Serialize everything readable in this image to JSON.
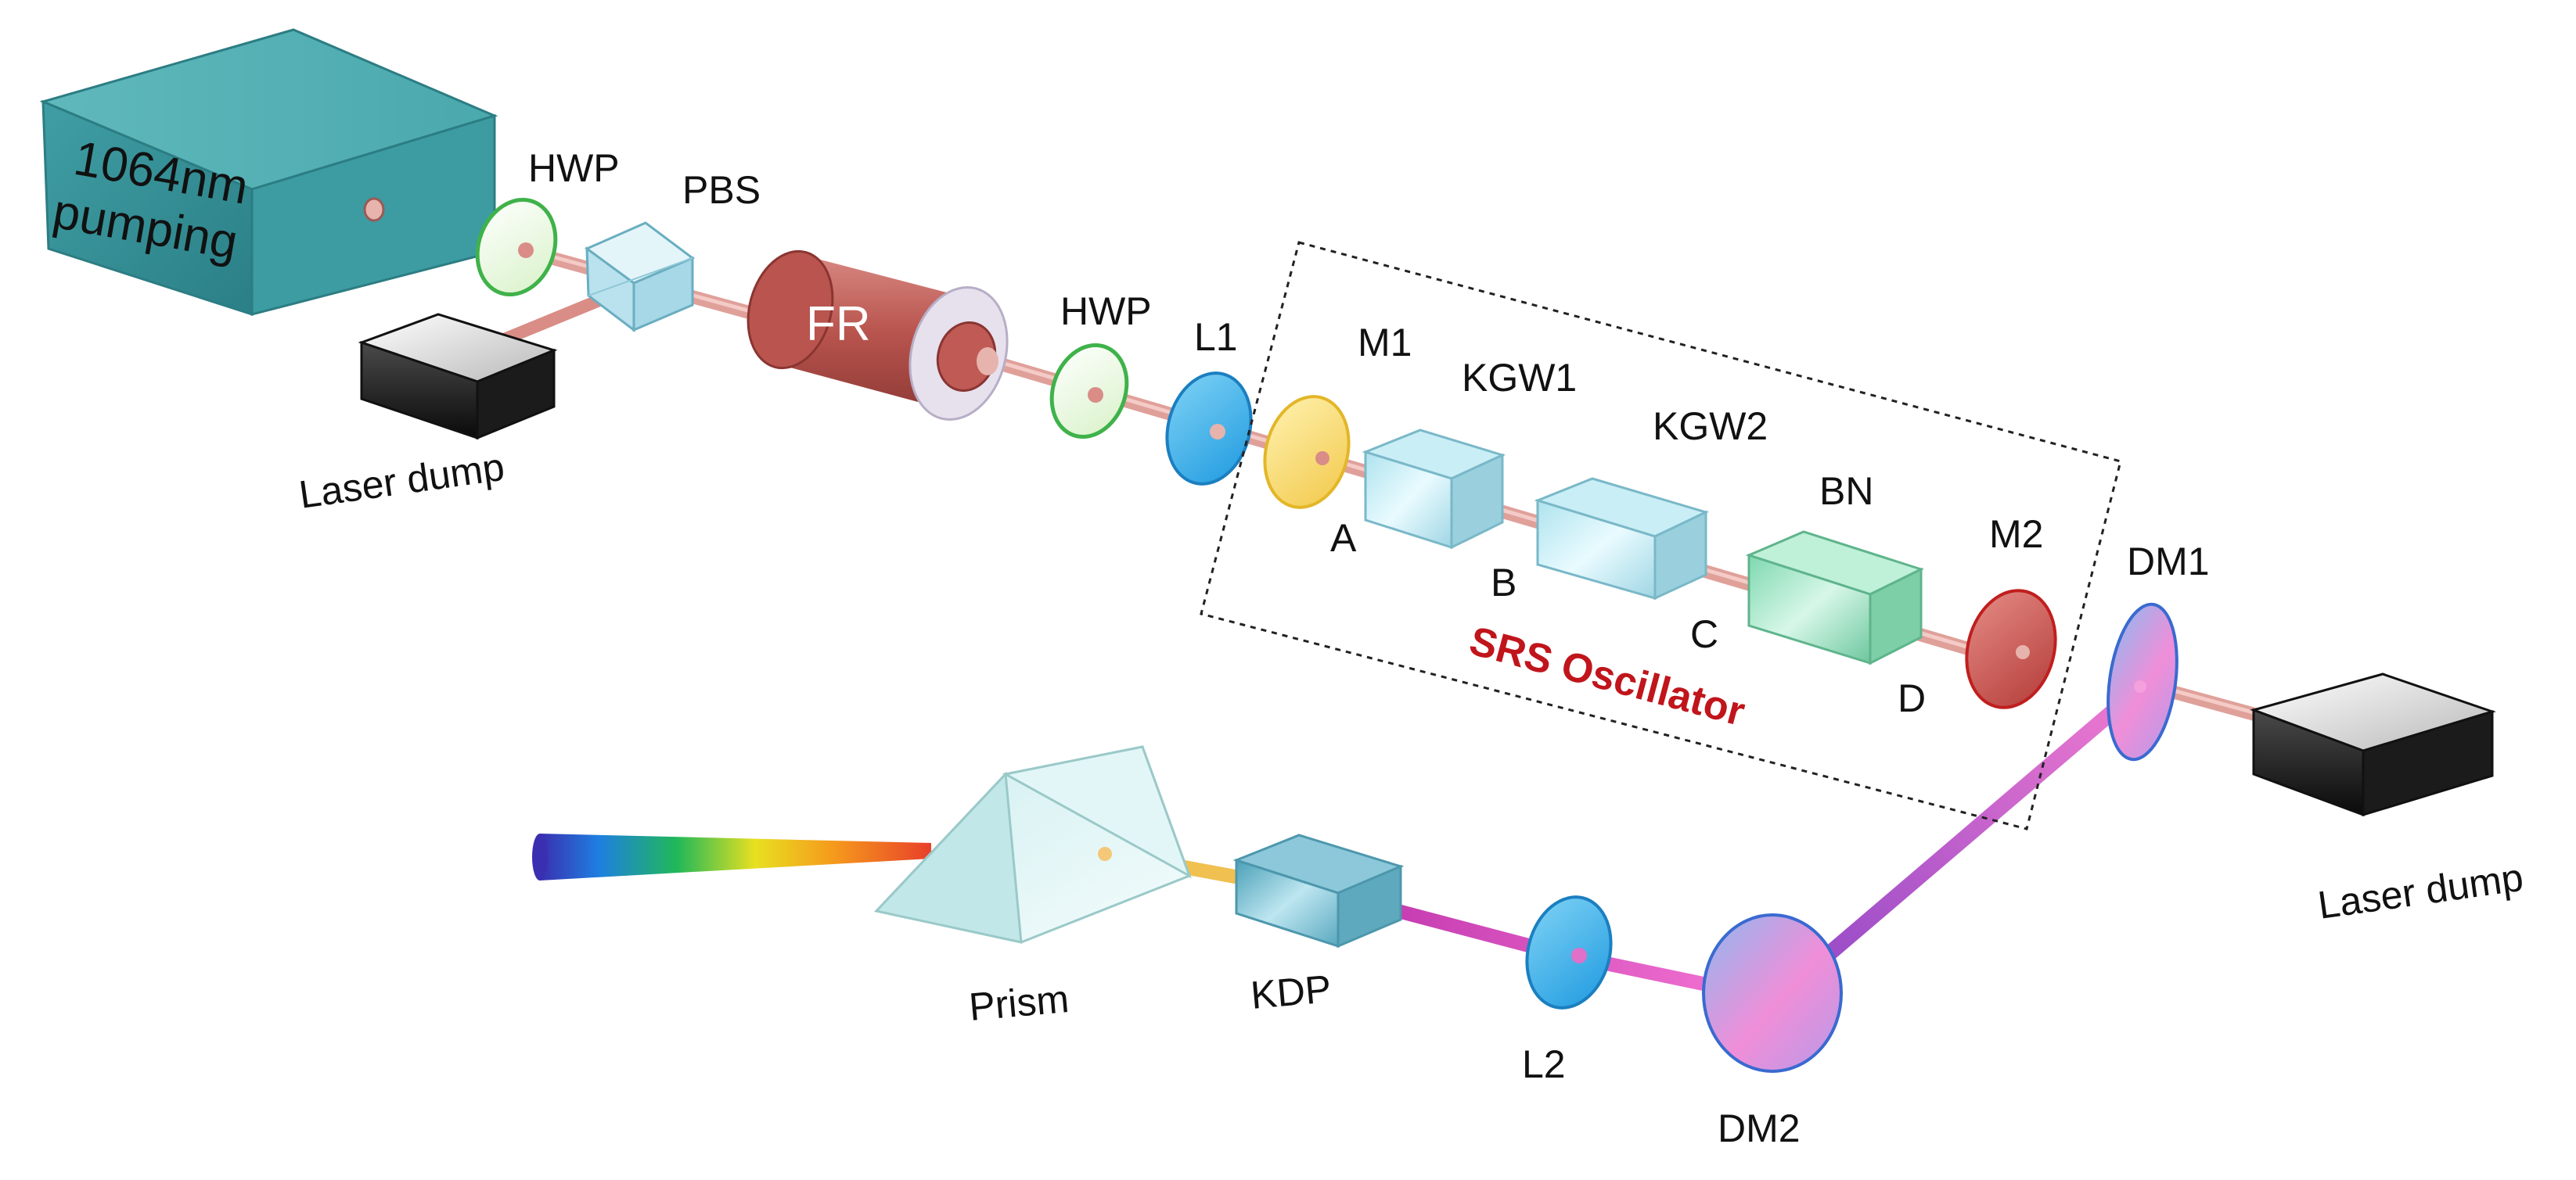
{
  "colors": {
    "beam_1064": "#e0a09a",
    "beam_visible": "#e05cc0",
    "beam_yellow": "#f0c050",
    "srs_label": "#c0151b",
    "pump_box": "#3a9aa0",
    "faraday_rotator": "#c05a55"
  },
  "labels": {
    "pump_line1": "1064nm",
    "pump_line2": "pumping",
    "hwp_1": "HWP",
    "pbs": "PBS",
    "laser_dump_left": "Laser dump",
    "fr": "FR",
    "hwp_2": "HWP",
    "l1": "L1",
    "m1": "M1",
    "kgw1": "KGW1",
    "kgw2": "KGW2",
    "bn": "BN",
    "m2": "M2",
    "dm1": "DM1",
    "point_a": "A",
    "point_b": "B",
    "point_c": "C",
    "point_d": "D",
    "srs_oscillator": "SRS Oscillator",
    "laser_dump_right": "Laser dump",
    "prism": "Prism",
    "kdp": "KDP",
    "l2": "L2",
    "dm2": "DM2"
  }
}
